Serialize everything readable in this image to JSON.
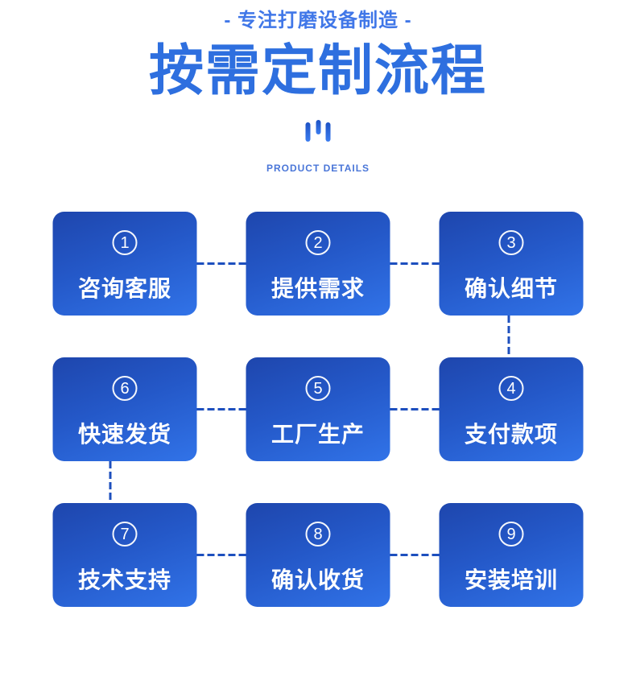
{
  "header": {
    "tagline": "- 专注打磨设备制造 -",
    "title": "按需定制流程",
    "section_label": "PRODUCT DETAILS"
  },
  "steps": [
    {
      "number": "1",
      "label": "咨询客服"
    },
    {
      "number": "2",
      "label": "提供需求"
    },
    {
      "number": "3",
      "label": "确认细节"
    },
    {
      "number": "6",
      "label": "快速发货"
    },
    {
      "number": "5",
      "label": "工厂生产"
    },
    {
      "number": "4",
      "label": "支付款项"
    },
    {
      "number": "7",
      "label": "技术支持"
    },
    {
      "number": "8",
      "label": "确认收货"
    },
    {
      "number": "9",
      "label": "安装培训"
    }
  ],
  "colors": {
    "title_blue": "#2e6fdf",
    "tagline_blue": "#4077e8",
    "section_label_blue": "#4a76d8",
    "box_gradient_top": "#1e46ad",
    "box_gradient_bottom": "#3173e8",
    "connector_blue": "#1d4fbe",
    "box_text": "#ffffff",
    "background": "#ffffff"
  }
}
